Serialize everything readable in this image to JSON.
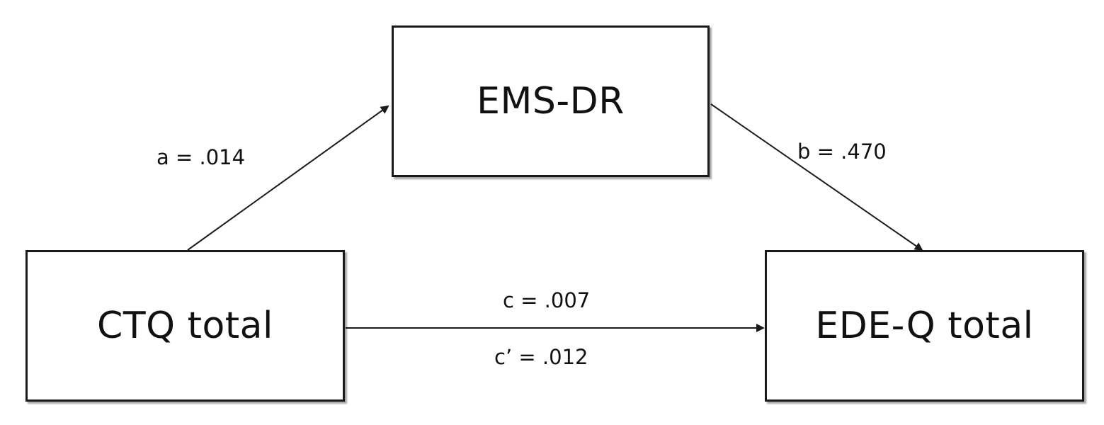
{
  "nodes": {
    "mediator": {
      "label": "EMS-DR"
    },
    "predictor": {
      "label": "CTQ total"
    },
    "outcome": {
      "label": "EDE-Q total"
    }
  },
  "paths": {
    "a": {
      "label": "a = .014",
      "from": "CTQ total",
      "to": "EMS-DR"
    },
    "b": {
      "label": "b = .470",
      "from": "EMS-DR",
      "to": "EDE-Q total"
    },
    "c": {
      "label": "c = .007",
      "from": "CTQ total",
      "to": "EDE-Q total"
    },
    "c_prime": {
      "label": "c’ = .012",
      "from": "CTQ total",
      "to": "EDE-Q total"
    }
  },
  "colors": {
    "stroke": "#1a1a1a",
    "background": "#ffffff"
  }
}
